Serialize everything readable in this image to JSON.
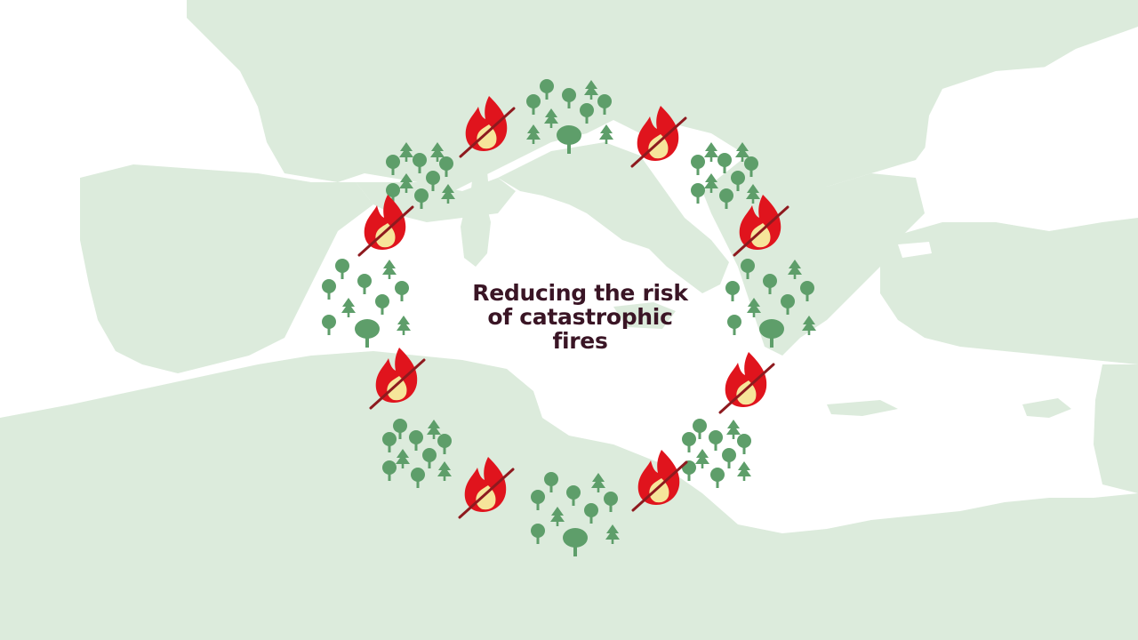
{
  "caption": {
    "line1": "Reducing the risk",
    "line2": "of catastrophic",
    "line3": "fires"
  },
  "colors": {
    "background": "#ffffff",
    "land": "#dcebdc",
    "tree": "#5e9e6a",
    "flame_outer": "#e0141d",
    "flame_inner": "#f6e59a",
    "strike": "#8e1a1f",
    "text": "#3a1525"
  },
  "icons": {
    "tree_cluster": "tree-cluster-icon",
    "crossed_fire": "no-fire-icon"
  }
}
